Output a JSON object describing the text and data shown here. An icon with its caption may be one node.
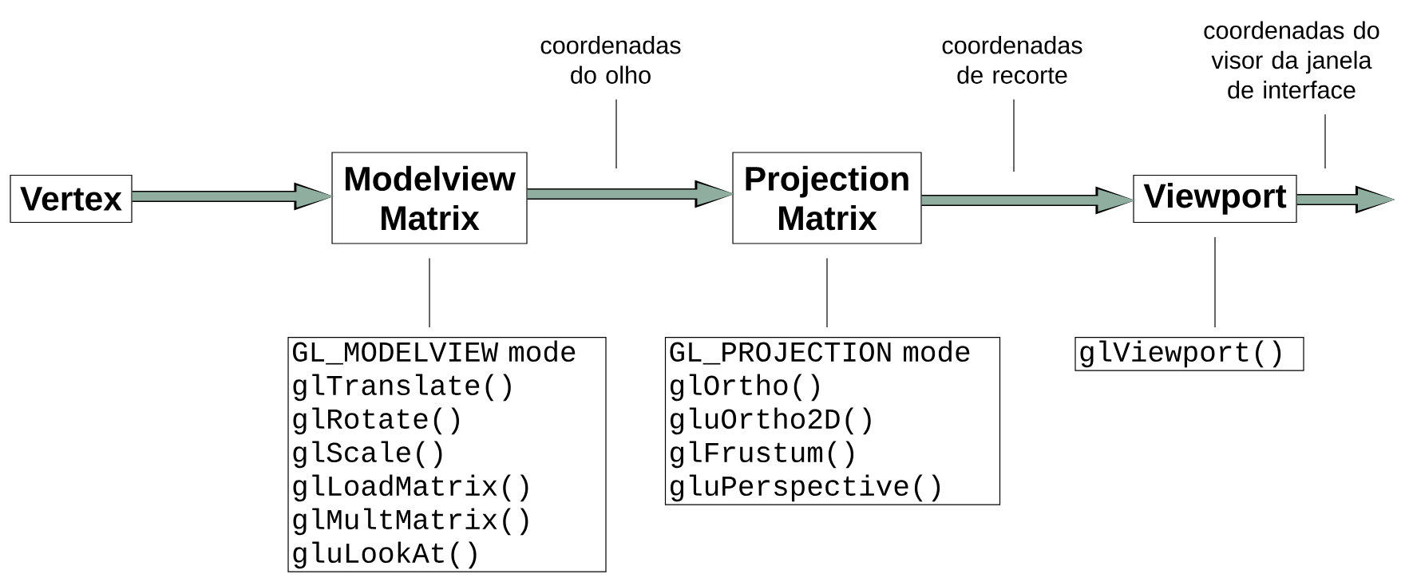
{
  "diagram": {
    "nodes": [
      {
        "text": [
          "Vertex"
        ]
      },
      {
        "text": [
          "Modelview Matrix"
        ]
      },
      {
        "text": [
          "Projection Matrix"
        ]
      },
      {
        "text": [
          "Viewport"
        ]
      },
      {
        "text": [
          "GL_MODELVIEW mode",
          "glTranslate()",
          "glRotate()",
          "glScale()",
          "glLoadMatrix()",
          "glMultMatrix()",
          "gluLookAt()"
        ]
      },
      {
        "text": [
          "GL_PROJECTION mode",
          "glOrtho()",
          "gluOrtho2D()",
          "glFrustum()",
          "gluPerspective()"
        ]
      },
      {
        "text": [
          "glViewport()"
        ]
      },
      {
        "text": [
          "coordenadas do olho"
        ]
      },
      {
        "text": [
          "coordenadas de recorte"
        ]
      },
      {
        "text": [
          "coordenadas do visor da janela de interface"
        ]
      }
    ],
    "edges": [
      {
        "from": 0,
        "to": 1,
        "arrow": "to",
        "style": "thick",
        "color": "#8fae9f"
      },
      {
        "from": 1,
        "to": 2,
        "arrow": "to",
        "style": "thick",
        "color": "#8fae9f"
      },
      {
        "from": 2,
        "to": 3,
        "arrow": "to",
        "style": "thick",
        "color": "#8fae9f"
      },
      {
        "from": 3,
        "to": null,
        "arrow": "to",
        "style": "thick",
        "color": "#8fae9f"
      },
      {
        "from": 7,
        "to": null,
        "arrow": "none"
      },
      {
        "from": 8,
        "to": null,
        "arrow": "none"
      },
      {
        "from": 9,
        "to": null,
        "arrow": "none"
      },
      {
        "from": 1,
        "to": 4,
        "arrow": "none"
      },
      {
        "from": 2,
        "to": 5,
        "arrow": "none"
      },
      {
        "from": 3,
        "to": 6,
        "arrow": "none"
      }
    ]
  }
}
